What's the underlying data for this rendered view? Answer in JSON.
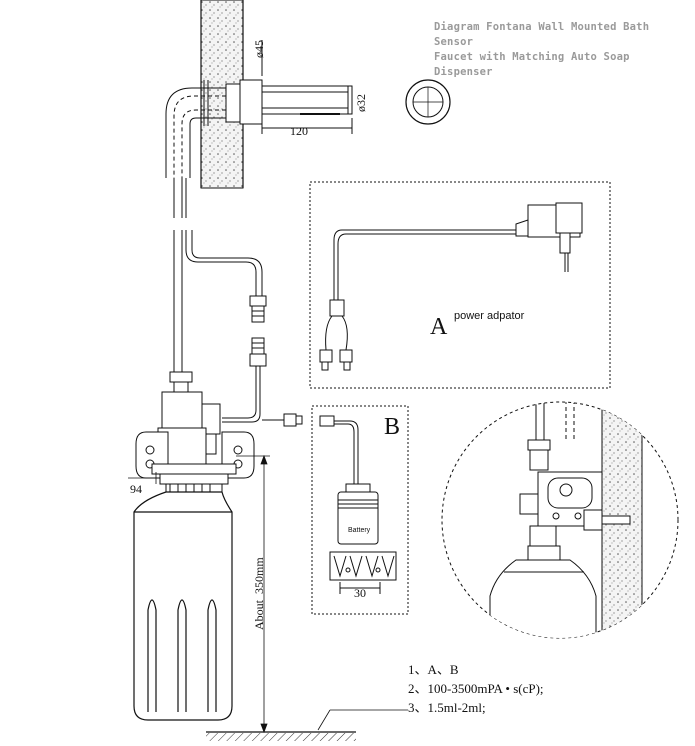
{
  "title": {
    "line1": "Diagram Fontana Wall Mounted Bath Sensor",
    "line2": "Faucet with Matching Auto Soap Dispenser"
  },
  "dimensions": {
    "d45": "ø45",
    "d32": "ø32",
    "len120": "120",
    "w94": "94",
    "height350": "About  350mm",
    "w30": "30"
  },
  "callouts": {
    "a_letter": "A",
    "a_label": "power adpator",
    "b_letter": "B",
    "battery_label": "Battery"
  },
  "notes": [
    "1、A、B",
    "2、100-3500mPA • s(cP);",
    "3、1.5ml-2ml;"
  ]
}
